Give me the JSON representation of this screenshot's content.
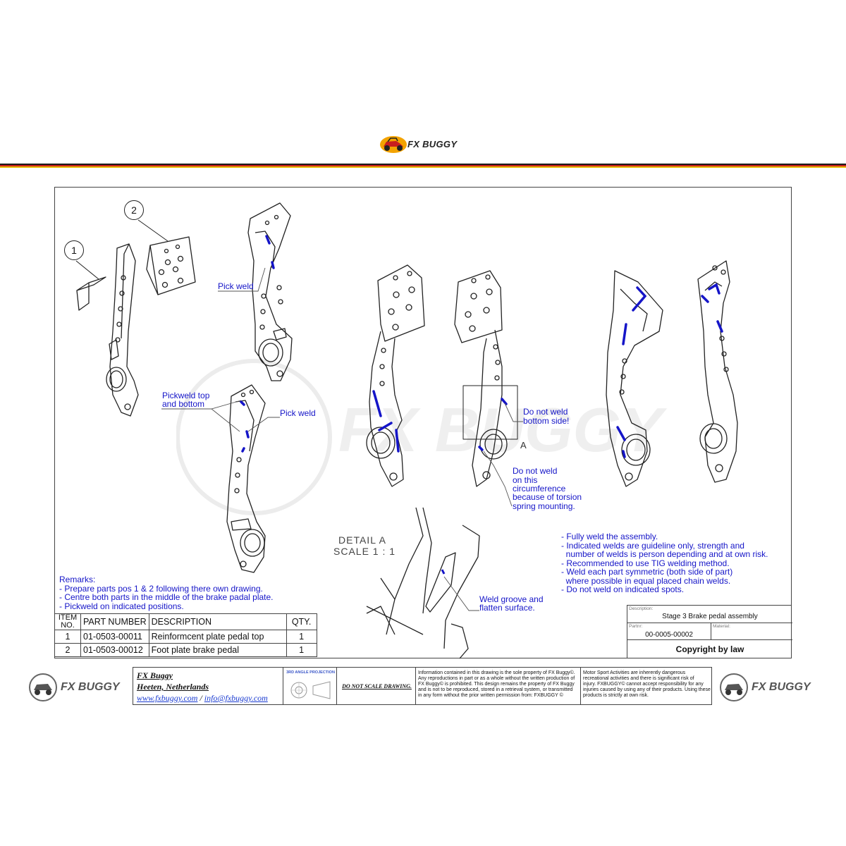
{
  "brand": {
    "name": "FX BUGGY",
    "stripe_colors": [
      "#1a1a1a",
      "#c81e1e",
      "#e6b800"
    ]
  },
  "drawing": {
    "balloons": [
      "1",
      "2"
    ],
    "callouts": {
      "pick_weld_1": "Pick weld",
      "pickweld_top": "Pickweld top",
      "pickweld_bottom": "and bottom",
      "pick_weld_2": "Pick weld",
      "do_not_weld_bottom_1": "Do not weld",
      "do_not_weld_bottom_2": "bottom side!",
      "detail_ref": "A",
      "circumference_1": "Do not weld",
      "circumference_2": "on this",
      "circumference_3": "circumference",
      "circumference_4": "because of torsion",
      "circumference_5": "spring mounting.",
      "groove_1": "Weld groove and",
      "groove_2": "flatten surface."
    },
    "detail": {
      "title": "DETAIL A",
      "scale": "SCALE 1 : 1"
    },
    "notes": [
      "- Fully weld the assembly.",
      "- Indicated welds are guideline only, strength and",
      "  number of welds is person depending and at own risk.",
      "- Recommended to use TIG welding method.",
      "- Weld each part symmetric (both side of part)",
      "  where possible in equal placed chain welds.",
      "- Do not weld on indicated spots."
    ],
    "remarks": [
      "Remarks:",
      "- Prepare parts pos 1 & 2 following there own drawing.",
      "- Centre both parts in the middle of the brake padal plate.",
      "- Pickweld on indicated positions."
    ]
  },
  "bom": {
    "headers": [
      "ITEM NO.",
      "PART NUMBER",
      "DESCRIPTION",
      "QTY."
    ],
    "rows": [
      {
        "item": "1",
        "part": "01-0503-00011",
        "desc": "Reinformcent plate pedal top",
        "qty": "1"
      },
      {
        "item": "2",
        "part": "01-0503-00012",
        "desc": "Foot plate brake pedal",
        "qty": "1"
      }
    ]
  },
  "title_block": {
    "description_label": "Description:",
    "description": "Stage 3 Brake pedal assembly",
    "partnr_label": "Partnr:",
    "partnr": "00-0005-00002",
    "material_label": "Material:",
    "copyright": "Copyright by law"
  },
  "footer": {
    "company": "FX Buggy",
    "location": "Heeten, Netherlands",
    "web": "www.fxbuggy.com",
    "sep": " / ",
    "email": "info@fxbuggy.com",
    "projection": "3RD ANGLE PROJECTION",
    "do_not_scale": "DO NOT SCALE DRAWING.",
    "legal_1": "Information contained in this drawing is the sole property of FX Buggy©.\nAny reproductions in part or as a whole without the written production of\nFX Buggy© is prohibited. This design remains the property of FX Buggy\nand is not to be reproduced, stored in a retrieval system, or transmitted\nin any form without the prior written permission from: FXBUGGY ©",
    "legal_2": "Motor Sport Activities are inherently dangerous\nrecreational activities and there is significant risk of\ninjury. FXBUGGY© cannot accept responsibility for any\ninjuries caused by using any of their products. Using these\nproducts is strictly at own risk."
  }
}
